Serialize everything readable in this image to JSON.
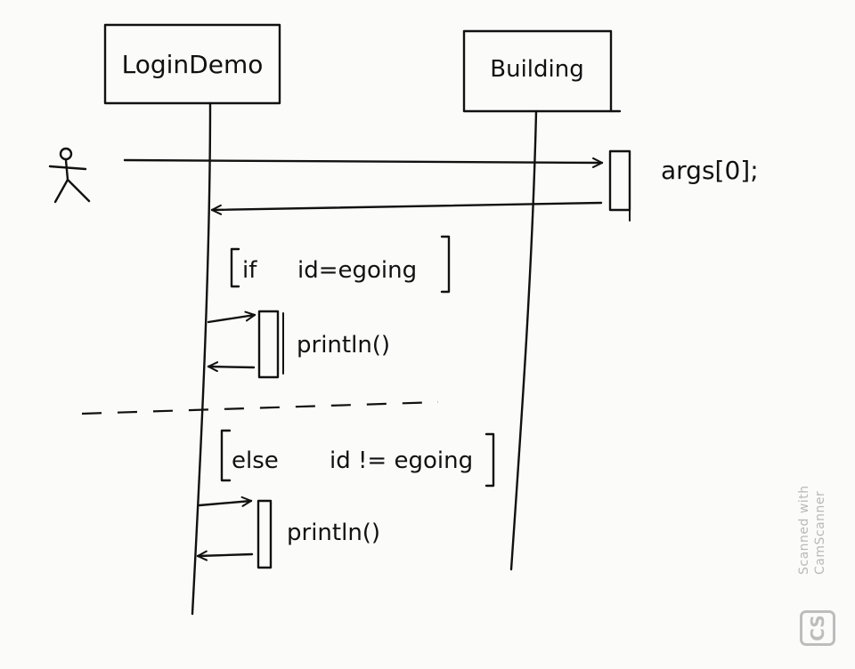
{
  "participants": [
    {
      "label": "LoginDemo"
    },
    {
      "label": "Building"
    }
  ],
  "messages": [
    {
      "label": "args[0];"
    }
  ],
  "fragments": [
    {
      "guard_prefix": "if",
      "guard_condition": "id=egoing",
      "call_label": "println()"
    },
    {
      "guard_prefix": "else",
      "guard_condition": "id != egoing",
      "call_label": "println()"
    }
  ],
  "watermark": {
    "line1": "Scanned with",
    "line2": "CamScanner",
    "logo": "CS"
  }
}
